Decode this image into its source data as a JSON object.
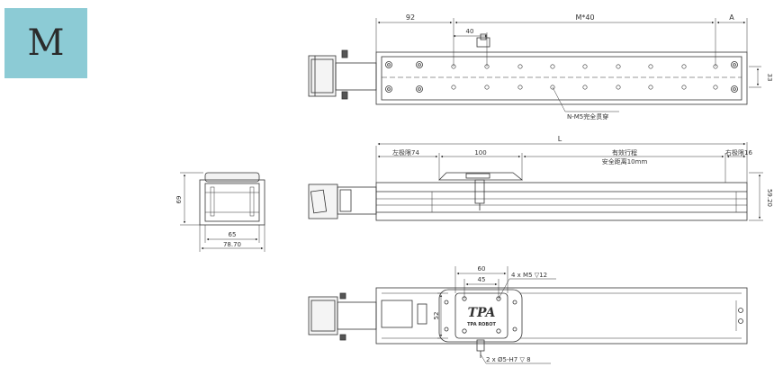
{
  "badge": {
    "letter": "M"
  },
  "top_view": {
    "dim_left": "92",
    "dim_middle": "M*40",
    "dim_right": "A",
    "dim_pitch": "40",
    "dim_height": "33",
    "hole_note": "N-M5完全贯穿"
  },
  "side_view": {
    "dim_total": "L",
    "left_limit": "左极限74",
    "carriage_len": "100",
    "stroke_label": "有效行程",
    "safety_label": "安全距离10mm",
    "right_limit": "右极限16",
    "dim_height": "59.20"
  },
  "end_view": {
    "dim_height": "69",
    "dim_inner": "65",
    "dim_outer": "78.70"
  },
  "bottom_view": {
    "dim_outer": "60",
    "dim_inner": "45",
    "dim_height": "52",
    "hole_note": "4 x  M5 ▽12",
    "pin_note": "2 x  Ø5-H7 ▽ 8",
    "logo_mark": "TPA",
    "logo_text": "TPA ROBOT"
  }
}
